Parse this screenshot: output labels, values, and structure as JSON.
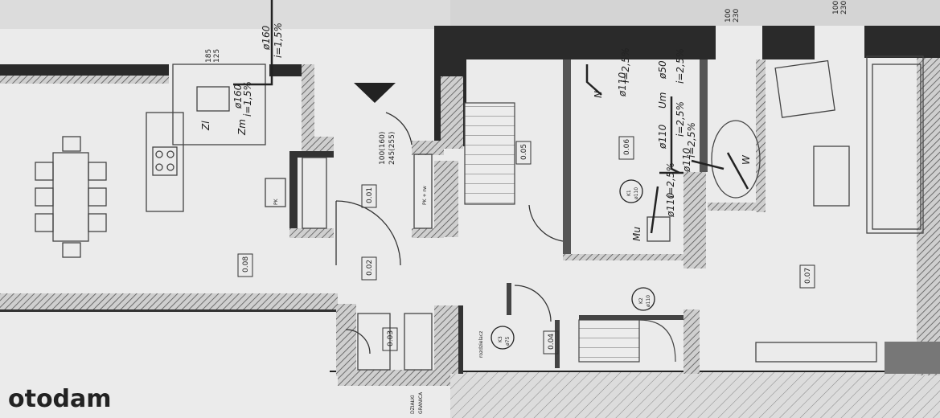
{
  "watermark": "otodam",
  "rooms": [
    {
      "code": "0.01"
    },
    {
      "code": "0.02"
    },
    {
      "code": "0.03"
    },
    {
      "code": "0.04"
    },
    {
      "code": "0.05"
    },
    {
      "code": "0.06"
    },
    {
      "code": "0.07"
    },
    {
      "code": "0.08"
    }
  ],
  "dimensions": {
    "top_left_a": "185",
    "top_left_b": "125",
    "top_right_a": "100",
    "top_right_b": "230",
    "door_a": "100(160)",
    "door_b": "245(255)"
  },
  "pipe_labels": {
    "zl": "Zl",
    "zm": "Zm",
    "zl_pipe": "ø160",
    "zl_slope": "i=1,5%",
    "zm_pipe": "ø160",
    "zm_slope": "i=1,5%",
    "n": "N",
    "n_slope": "i=2,5%",
    "n_pipe": "ø110",
    "n2_pipe": "ø50",
    "n2_slope": "i=2,5%",
    "um": "Um",
    "um_pipe": "ø110",
    "um_slope": "i=2,5%",
    "w_slope": "i=2,5%",
    "w_pipe": "ø110",
    "w": "W",
    "k1": "K1",
    "k1_pipe": "ø110",
    "mu_pipe": "ø110",
    "mu_slope": "i=2,5%",
    "mu": "Mu",
    "k2": "K2",
    "k2_pipe": "ø110",
    "k3": "K3",
    "k3_pipe": "ø75"
  },
  "wall_notes": {
    "boundary_a": "GRANICA",
    "boundary_b": "DZIAŁKI",
    "pk": "PK",
    "plot_small": "PK + rw",
    "small_k3": "rozdzielacz"
  }
}
